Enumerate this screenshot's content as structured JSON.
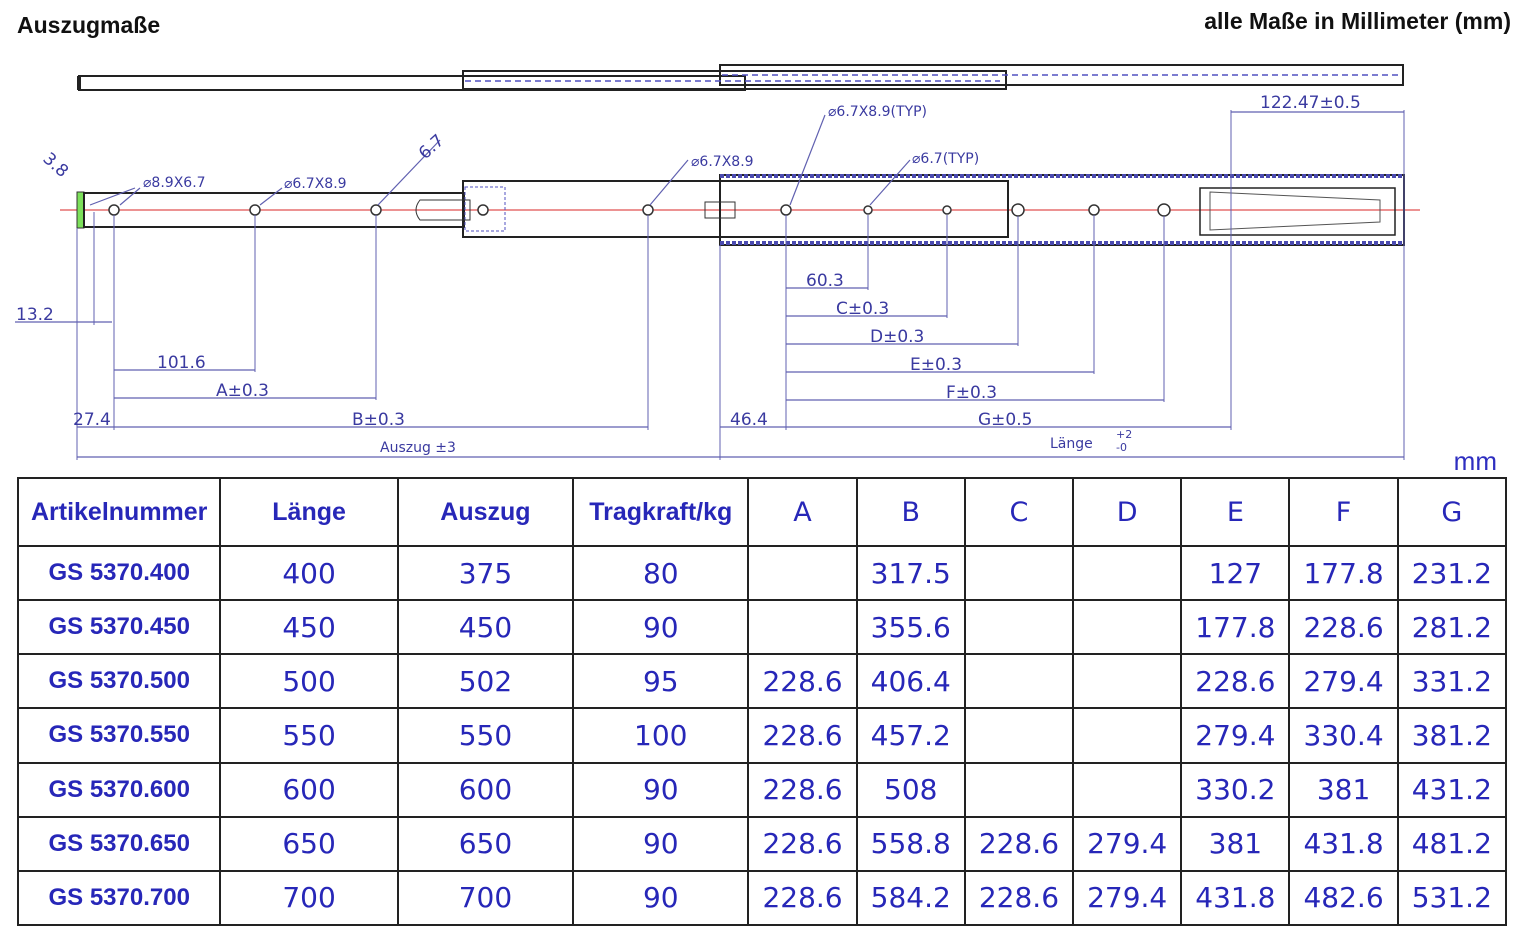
{
  "header": {
    "title": "Auszugmaße",
    "note": "alle Maße in Millimeter (mm)"
  },
  "drawing": {
    "callouts": {
      "c1": "⌀8.9X6.7",
      "c2": "⌀6.7X8.9",
      "c3": "6.7",
      "c4": "3.8",
      "c5": "⌀6.7X8.9",
      "c6": "⌀6.7X8.9(TYP)",
      "c7": "⌀6.7(TYP)",
      "c8": "122.47±0.5"
    },
    "dims": {
      "d13": "13.2",
      "d101": "101.6",
      "dA": "A±0.3",
      "d274": "27.4",
      "dB": "B±0.3",
      "dAus": "Auszug ±3",
      "d60": "60.3",
      "dC": "C±0.3",
      "dD": "D±0.3",
      "dE": "E±0.3",
      "dF": "F±0.3",
      "d464": "46.4",
      "dG": "G±0.5",
      "dLaenge": "Länge",
      "tolPlus": "+2",
      "tolMinus": "-0"
    }
  },
  "unit_label": "mm",
  "table": {
    "headers": [
      "Artikelnummer",
      "Länge",
      "Auszug",
      "Tragkraft/kg",
      "A",
      "B",
      "C",
      "D",
      "E",
      "F",
      "G"
    ],
    "rows": [
      [
        "GS 5370.400",
        "400",
        "375",
        "80",
        "",
        "317.5",
        "",
        "",
        "127",
        "177.8",
        "231.2"
      ],
      [
        "GS 5370.450",
        "450",
        "450",
        "90",
        "",
        "355.6",
        "",
        "",
        "177.8",
        "228.6",
        "281.2"
      ],
      [
        "GS 5370.500",
        "500",
        "502",
        "95",
        "228.6",
        "406.4",
        "",
        "",
        "228.6",
        "279.4",
        "331.2"
      ],
      [
        "GS 5370.550",
        "550",
        "550",
        "100",
        "228.6",
        "457.2",
        "",
        "",
        "279.4",
        "330.4",
        "381.2"
      ],
      [
        "GS 5370.600",
        "600",
        "600",
        "90",
        "228.6",
        "508",
        "",
        "",
        "330.2",
        "381",
        "431.2"
      ],
      [
        "GS 5370.650",
        "650",
        "650",
        "90",
        "228.6",
        "558.8",
        "228.6",
        "279.4",
        "381",
        "431.8",
        "481.2"
      ],
      [
        "GS 5370.700",
        "700",
        "700",
        "90",
        "228.6",
        "584.2",
        "228.6",
        "279.4",
        "431.8",
        "482.6",
        "531.2"
      ]
    ]
  }
}
